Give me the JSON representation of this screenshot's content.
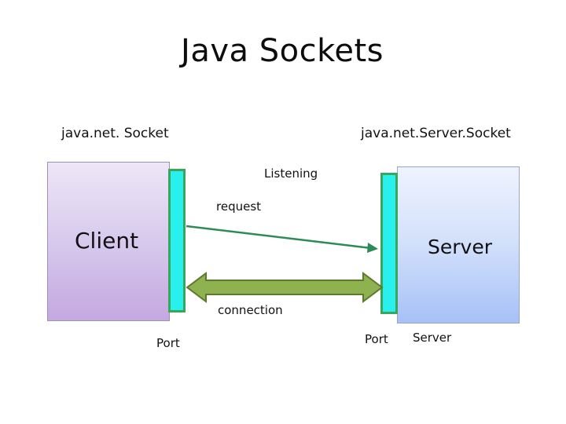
{
  "title": "Java Sockets",
  "left_heading": "java.net. Socket",
  "right_heading": "java.net.Server.Socket",
  "client": {
    "label": "Client"
  },
  "server": {
    "label": "Server",
    "caption": "Server"
  },
  "listening_label": "Listening",
  "request_label": "request",
  "connection_label": "connection",
  "ports": {
    "left_label": "Port",
    "right_label": "Port"
  },
  "colors": {
    "client_fill": "#d9cdee",
    "server_fill": "#d5e2fb",
    "port_fill": "#29f0ee",
    "port_border": "#3aa65a",
    "arrow": "#2e8b57",
    "connection_fill": "#8db24f",
    "connection_stroke": "#5d7a2b"
  }
}
